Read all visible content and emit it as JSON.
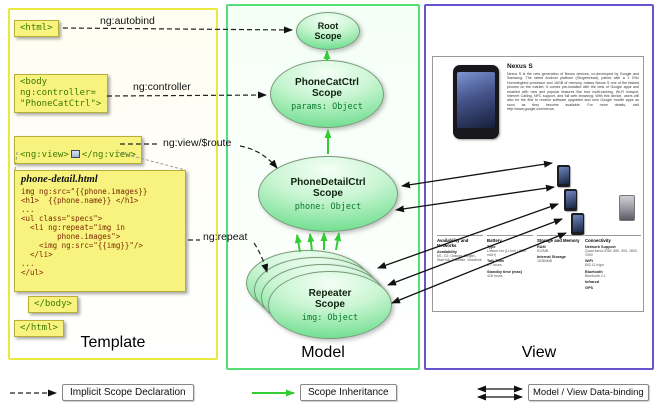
{
  "panels": {
    "template": "Template",
    "model": "Model",
    "view": "View"
  },
  "template": {
    "html_open": "<html>",
    "body_open": "<body\nng:controller=\n\"PhoneCatCtrl\">",
    "ngview_open": "<ng:view>",
    "ngview_close": "</ng:view>",
    "body_close": "</body>",
    "html_close": "</html>",
    "code": {
      "title": "phone-detail.html",
      "lines": [
        "img ng:src=\"{{phone.images}}",
        "<h1>  {{phone.name}} </h1>",
        "...",
        "<ul class=\"specs\">",
        "  <li ng:repeat=\"img in",
        "        phone.images\">",
        "    <img ng:src=\"{{img}}\"/>",
        "  </li>",
        "...",
        "</ul>"
      ]
    }
  },
  "connector_labels": {
    "autobind": "ng:autobind",
    "controller": "ng:controller",
    "view_route": "ng:view/$route",
    "repeat": "ng:repeat"
  },
  "scopes": {
    "root": {
      "title": "Root\nScope"
    },
    "phonecat": {
      "title": "PhoneCatCtrl\nScope",
      "prop": "params: Object"
    },
    "phonedetail": {
      "title": "PhoneDetailCtrl\nScope",
      "prop": "phone: Object"
    },
    "repeater": {
      "title": "Repeater\nScope",
      "prop": "img: Object"
    }
  },
  "view": {
    "title": "Nexus S",
    "intro": "Nexus S is the new generation of Nexus devices, co-developed by Google and Samsung. The latest Android platform (Gingerbread), paired with a 1 GHz Hummingbird processor and 16GB of memory, makes Nexus S one of the fastest phones on the market. It comes pre-installed with the best of Google apps and enabled with new and popular features like true multi-tasking, Wi-Fi hotspot, Internet Calling, NFC support, and full web browsing. With this device, users will also be the first to receive software upgrades and new Google mobile apps as soon as they become available. For more details, visit http://www.google.com/nexus.",
    "specs": [
      {
        "header": "Availability and Networks",
        "rows": [
          {
            "l": "Availability",
            "v": "M1, O2, Orange, Singtel, StarHub, T-Mobile, Vodafone"
          }
        ]
      },
      {
        "header": "Battery",
        "rows": [
          {
            "l": "Type",
            "v": "Lithium Ion (Li-Ion) (1500 mAH)"
          },
          {
            "l": "Talk Time",
            "v": "6.7 hours"
          },
          {
            "l": "Standby time (max)",
            "v": "428 hours"
          }
        ]
      },
      {
        "header": "Storage and Memory",
        "rows": [
          {
            "l": "RAM",
            "v": "512MB"
          },
          {
            "l": "Internal Storage",
            "v": "16384MB"
          }
        ]
      },
      {
        "header": "Connectivity",
        "rows": [
          {
            "l": "Network Support",
            "v": "Quad-band GSM: 850, 900, 1800, 1900"
          },
          {
            "l": "WiFi",
            "v": "802.11 b/g/n"
          },
          {
            "l": "Bluetooth",
            "v": "Bluetooth 2.1"
          },
          {
            "l": "Infrared",
            "v": ""
          },
          {
            "l": "GPS",
            "v": ""
          }
        ]
      }
    ]
  },
  "legend": {
    "implicit": "Implicit Scope Declaration",
    "inheritance": "Scope Inheritance",
    "databinding": "Model / View Data-binding"
  },
  "colors": {
    "template_border": "#e8e840",
    "model_border": "#55dd77",
    "view_border": "#6655cc",
    "note_bg": "#f7f37e",
    "scope_green": "#6ede8e",
    "inheritance_green": "#33cc33"
  }
}
